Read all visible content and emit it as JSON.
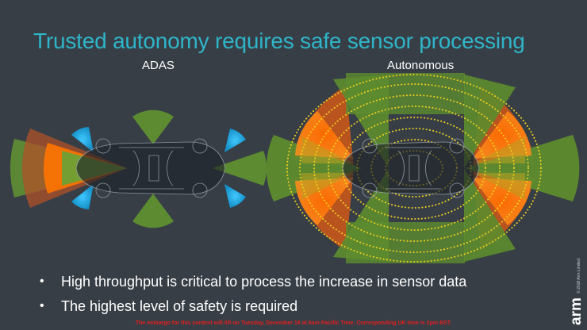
{
  "slide": {
    "title": "Trusted autonomy requires safe sensor processing",
    "sections": {
      "adas": "ADAS",
      "autonomous": "Autonomous"
    },
    "bullets": [
      {
        "marker": "•",
        "text": "High throughput is critical to process the increase in sensor data"
      },
      {
        "marker": "•",
        "text": "The highest level of safety is required"
      }
    ],
    "embargo": "The embargo for this content will lift on Tuesday, December 18 at 6am Pacific Time. Corresponding UK time is 2pm BST.",
    "brand": {
      "logo": "arm",
      "copyright": "© 2018 Arm Limited"
    }
  },
  "colors": {
    "background": "#373e46",
    "title": "#2fb5c8",
    "sensor_green": "#6a9a3a",
    "sensor_orange": "#ff7a00",
    "sensor_deep_orange": "#d85a14",
    "sensor_blue": "#1fa8e0",
    "radar_dots": "#f0d020",
    "embargo": "#e02020"
  },
  "icons": [
    "adas-car-icon",
    "autonomous-car-icon"
  ]
}
